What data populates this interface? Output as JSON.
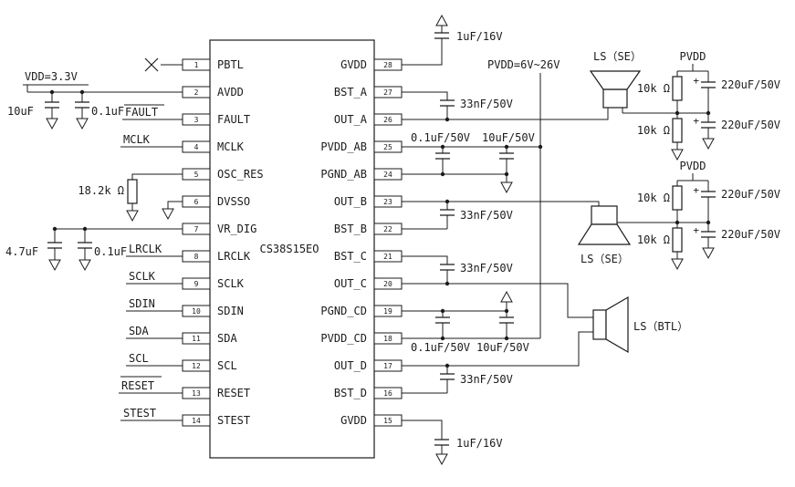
{
  "diagram": {
    "type": "schematic",
    "description": "Application circuit of CS38S15EO class-D audio amplifier"
  },
  "chip": {
    "part_number": "CS38S15EO",
    "left_pins": [
      {
        "num": "1",
        "name": "PBTL"
      },
      {
        "num": "2",
        "name": "AVDD"
      },
      {
        "num": "3",
        "name": "FAULT"
      },
      {
        "num": "4",
        "name": "MCLK"
      },
      {
        "num": "5",
        "name": "OSC_RES"
      },
      {
        "num": "6",
        "name": "DVSSO"
      },
      {
        "num": "7",
        "name": "VR_DIG"
      },
      {
        "num": "8",
        "name": "LRCLK"
      },
      {
        "num": "9",
        "name": "SCLK"
      },
      {
        "num": "10",
        "name": "SDIN"
      },
      {
        "num": "11",
        "name": "SDA"
      },
      {
        "num": "12",
        "name": "SCL"
      },
      {
        "num": "13",
        "name": "RESET"
      },
      {
        "num": "14",
        "name": "STEST"
      }
    ],
    "right_pins": [
      {
        "num": "28",
        "name": "GVDD"
      },
      {
        "num": "27",
        "name": "BST_A"
      },
      {
        "num": "26",
        "name": "OUT_A"
      },
      {
        "num": "25",
        "name": "PVDD_AB"
      },
      {
        "num": "24",
        "name": "PGND_AB"
      },
      {
        "num": "23",
        "name": "OUT_B"
      },
      {
        "num": "22",
        "name": "BST_B"
      },
      {
        "num": "21",
        "name": "BST_C"
      },
      {
        "num": "20",
        "name": "OUT_C"
      },
      {
        "num": "19",
        "name": "PGND_CD"
      },
      {
        "num": "18",
        "name": "PVDD_CD"
      },
      {
        "num": "17",
        "name": "OUT_D"
      },
      {
        "num": "16",
        "name": "BST_D"
      },
      {
        "num": "15",
        "name": "GVDD"
      }
    ]
  },
  "left": {
    "vdd_label": "VDD=3.3V",
    "avdd_cap1": "10uF",
    "avdd_cap2": "0.1uF",
    "fault": "FAULT",
    "mclk": "MCLK",
    "osc_resistor": "18.2k Ω",
    "vrdig_cap1": "4.7uF",
    "vrdig_cap2": "0.1uF",
    "lrclk": "LRCLK",
    "sclk": "SCLK",
    "sdin": "SDIN",
    "sda": "SDA",
    "scl": "SCL",
    "reset": "RESET",
    "stest": "STEST"
  },
  "right": {
    "gvdd_cap_top": "1uF/16V",
    "gvdd_cap_bottom": "1uF/16V",
    "pvdd_supply": "PVDD=6V~26V",
    "bst_a_cap": "33nF/50V",
    "bst_b_cap": "33nF/50V",
    "bst_c_cap": "33nF/50V",
    "bst_d_cap": "33nF/50V",
    "ab_cap1": "0.1uF/50V",
    "ab_cap2": "10uF/50V",
    "cd_cap1": "0.1uF/50V",
    "cd_cap2": "10uF/50V",
    "speaker_se1": "LS（SE）",
    "speaker_se2": "LS（SE）",
    "speaker_btl": "LS（BTL）",
    "net1": {
      "rail": "PVDD",
      "r1": "10k Ω",
      "r2": "10k Ω",
      "c1": "220uF/50V",
      "c2": "220uF/50V",
      "plus": "+"
    },
    "net2": {
      "rail": "PVDD",
      "r1": "10k Ω",
      "r2": "10k Ω",
      "c1": "220uF/50V",
      "c2": "220uF/50V",
      "plus": "+"
    }
  }
}
